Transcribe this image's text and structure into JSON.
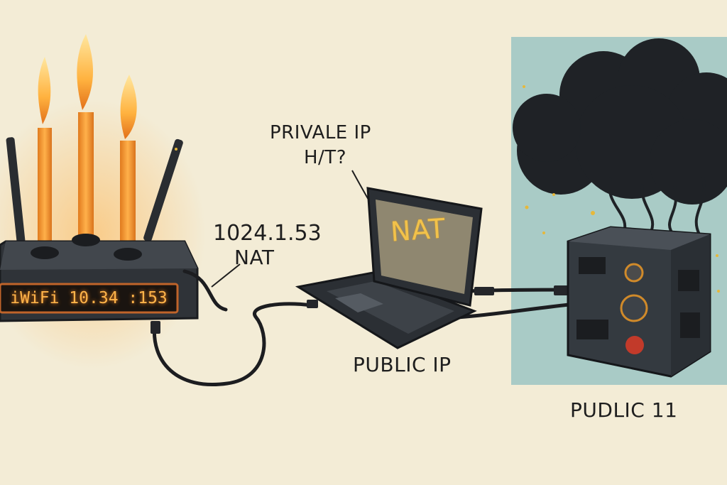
{
  "labels": {
    "private_ip": "PRIVALE IP",
    "hat": "H/T?",
    "ip_address": "1024.1.53",
    "nat_left": "NAT",
    "public_ip": "PUBLIC IP",
    "pudlic": "PUDLIC 11"
  },
  "router": {
    "display": "iWiFi 10.34 :153"
  },
  "laptop": {
    "screen_text": "NAT"
  },
  "icons": [
    "router-icon",
    "candle-flame-icon",
    "antenna-icon",
    "laptop-icon",
    "storm-cloud-icon",
    "server-box-icon",
    "cable-icon",
    "sparkle-icon"
  ],
  "colors": {
    "background": "#f3ecd6",
    "panel": "#a9cbc6",
    "candle": "#f28c2a",
    "flame": "#ffd36a",
    "cloud": "#1f2226",
    "device": "#2f3338",
    "screen_glow": "#f2c24a"
  }
}
